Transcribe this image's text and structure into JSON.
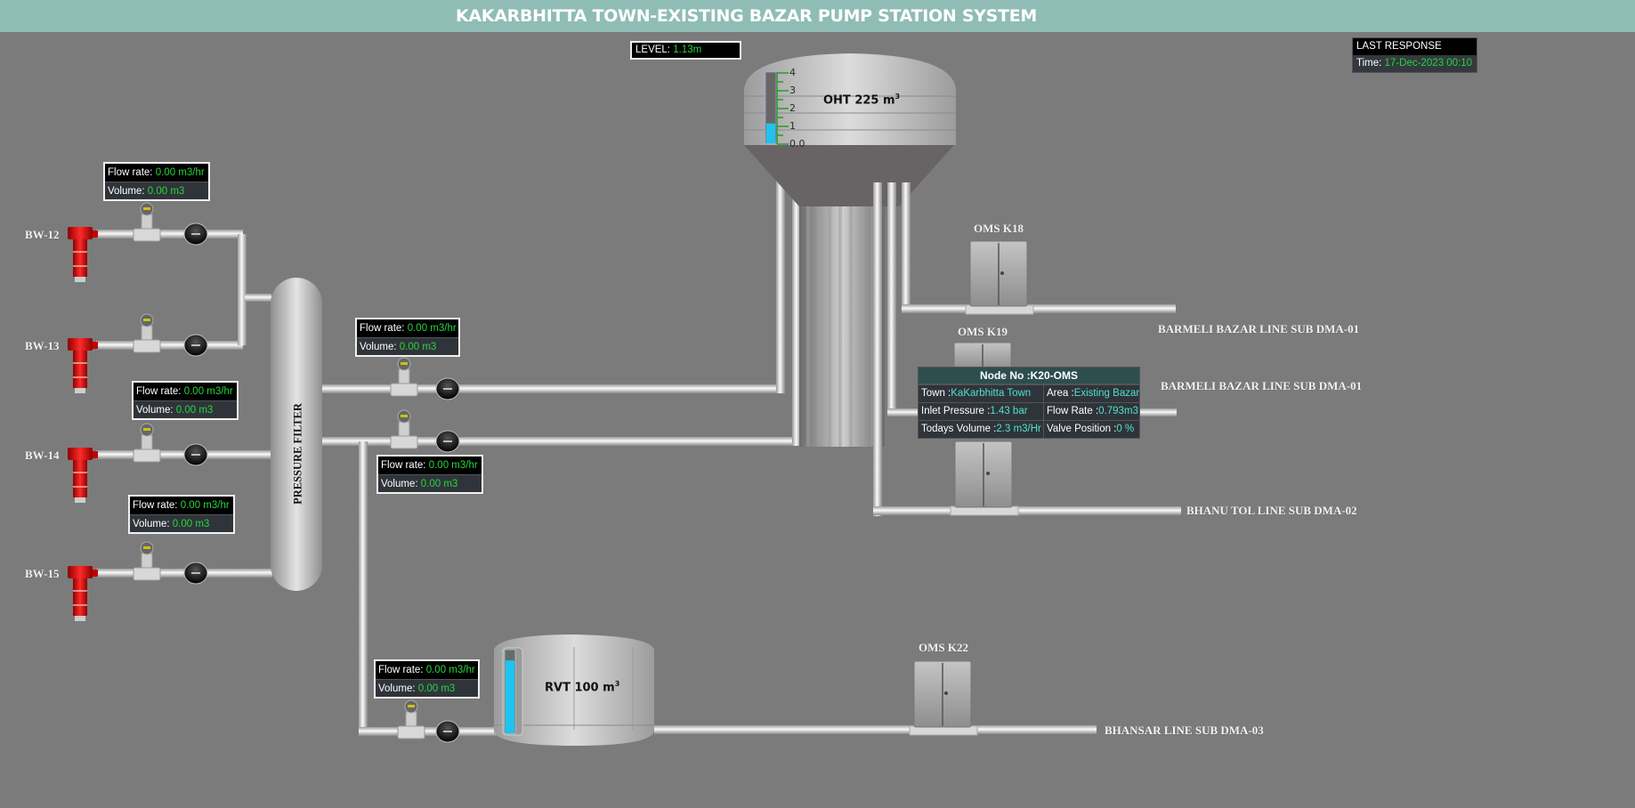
{
  "header": {
    "title": "KAKARBHITTA TOWN-EXISTING BAZAR PUMP STATION SYSTEM"
  },
  "level": {
    "label": "LEVEL:",
    "value": "1.13m"
  },
  "last_response": {
    "title": "LAST RESPONSE",
    "time_label": "Time:",
    "time_value": "17-Dec-2023 00:10"
  },
  "oht": {
    "name": "OHT 225 m",
    "unit_sup": "3",
    "gauge": {
      "ticks": [
        "4",
        "3",
        "2",
        "1",
        "0.0"
      ],
      "max": 4,
      "level": 1.13,
      "fill_color": "#1fc3f0"
    }
  },
  "rvt": {
    "name": "RVT 100 m",
    "unit_sup": "3",
    "gauge": {
      "level_fraction": 0.88,
      "fill_color": "#1fc3f0"
    }
  },
  "pressure_filter": {
    "label": "PRESSURE FILTER"
  },
  "borewells": [
    {
      "id": "BW-12",
      "flow_label": "Flow rate:",
      "flow_value": "0.00 m3/hr",
      "volume_label": "Volume:",
      "volume_value": "0.00 m3"
    },
    {
      "id": "BW-13",
      "flow_label": "Flow rate:",
      "flow_value": "0.00 m3/hr",
      "volume_label": "Volume:",
      "volume_value": "0.00 m3"
    },
    {
      "id": "BW-14",
      "flow_label": "Flow rate:",
      "flow_value": "0.00 m3/hr",
      "volume_label": "Volume:",
      "volume_value": "0.00 m3"
    },
    {
      "id": "BW-15",
      "flow_label": "Flow rate:",
      "flow_value": "0.00 m3/hr",
      "volume_label": "Volume:",
      "volume_value": "0.00 m3"
    }
  ],
  "filter_outlets": [
    {
      "flow_label": "Flow rate:",
      "flow_value": "0.00 m3/hr",
      "volume_label": "Volume:",
      "volume_value": "0.00 m3"
    },
    {
      "flow_label": "Flow rate:",
      "flow_value": "0.00 m3/hr",
      "volume_label": "Volume:",
      "volume_value": "0.00 m3"
    }
  ],
  "rvt_inlet": {
    "flow_label": "Flow rate:",
    "flow_value": "0.00 m3/hr",
    "volume_label": "Volume:",
    "volume_value": "0.00 m3"
  },
  "oms": [
    {
      "name": "OMS K18"
    },
    {
      "name": "OMS K19"
    },
    {
      "name": "OMS K22"
    }
  ],
  "lines": [
    "BARMELI BAZAR LINE SUB DMA-01",
    "BARMELI BAZAR LINE SUB DMA-01",
    "BHANU TOL LINE SUB DMA-02",
    "BHANSAR LINE SUB DMA-03"
  ],
  "node_panel": {
    "title": "Node No :K20-OMS",
    "town_label": "Town :",
    "town_value": "KaKarbhitta Town",
    "area_label": "Area :",
    "area_value": "Existing Bazar",
    "inlet_label": "Inlet Pressure :",
    "inlet_value": "1.43 bar",
    "flow_label": "Flow Rate :",
    "flow_value": "0.793m3",
    "volume_label": "Todays Volume :",
    "volume_value": "2.3 m3/Hr",
    "valve_label": "Valve Position :",
    "valve_value": "0 %"
  }
}
